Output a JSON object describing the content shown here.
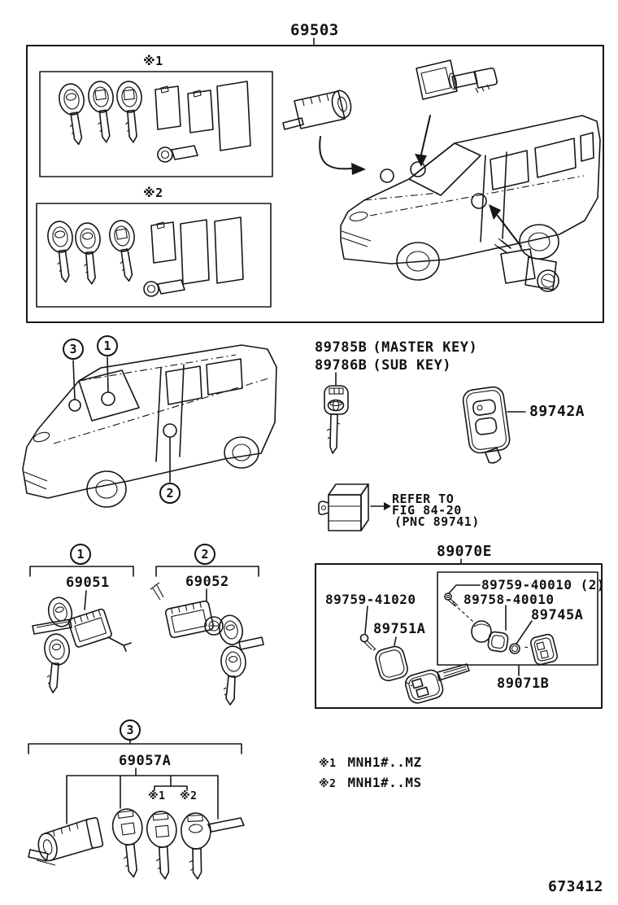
{
  "figure": {
    "code": "673412"
  },
  "assembly": {
    "part_number": "69503"
  },
  "kits": {
    "kit1_marker": "※1",
    "kit2_marker": "※2"
  },
  "keys": {
    "master_number": "89785B",
    "master_name": "(MASTER KEY)",
    "sub_number": "89786B",
    "sub_name": "(SUB KEY)",
    "transmitter_number": "89742A"
  },
  "refer_note": {
    "line1": "REFER TO",
    "line2": "FIG 84-20",
    "line3": "(PNC 89741)"
  },
  "transmitter_kit": {
    "part_number": "89070E",
    "inner_kit_number": "89071B",
    "screw_outer": "89759-41020",
    "cover": "89751A",
    "screw_inner": "89759-40010 (2)",
    "battery": "89758-40010",
    "gasket": "89745A"
  },
  "cylinder_sets": {
    "set1": {
      "callout": "1",
      "part_number": "69051"
    },
    "set2": {
      "callout": "2",
      "part_number": "69052"
    },
    "set3": {
      "callout": "3",
      "part_number": "69057A",
      "key1_marker": "※1",
      "key2_marker": "※2"
    }
  },
  "van_callouts": {
    "c1": "1",
    "c2": "2",
    "c3": "3"
  },
  "applicability": [
    {
      "marker": "※1",
      "models": "MNH1#..MZ"
    },
    {
      "marker": "※2",
      "models": "MNH1#..MS"
    }
  ]
}
